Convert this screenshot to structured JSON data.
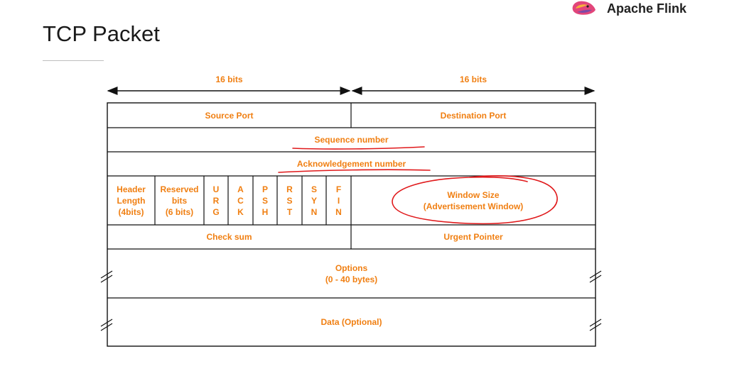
{
  "header": {
    "title": "TCP Packet",
    "brand_name": "Apache Flink",
    "brand_icon": "apache-flink-logo-icon"
  },
  "diagram": {
    "width_left": "16 bits",
    "width_right": "16 bits",
    "source_port": "Source Port",
    "destination_port": "Destination Port",
    "sequence_number": "Sequence number",
    "acknowledgement_number": "Acknowledgement number",
    "header_length": [
      "Header",
      "Length",
      "(4bits)"
    ],
    "reserved": [
      "Reserved",
      "bits",
      "(6 bits)"
    ],
    "flags": [
      [
        "U",
        "R",
        "G"
      ],
      [
        "A",
        "C",
        "K"
      ],
      [
        "P",
        "S",
        "H"
      ],
      [
        "R",
        "S",
        "T"
      ],
      [
        "S",
        "Y",
        "N"
      ],
      [
        "F",
        "I",
        "N"
      ]
    ],
    "window_size": "Window Size",
    "window_size_sub": "(Advertisement Window)",
    "checksum": "Check sum",
    "urgent_pointer": "Urgent Pointer",
    "options": "Options",
    "options_sub": "(0 - 40 bytes)",
    "data": "Data (Optional)"
  },
  "annotations": {
    "color": "#e0191b",
    "underlined": [
      "Sequence number",
      "Acknowledgement number"
    ],
    "circled": "Window Size"
  },
  "colors": {
    "field_text": "#f07f12",
    "lines": "#111111"
  }
}
